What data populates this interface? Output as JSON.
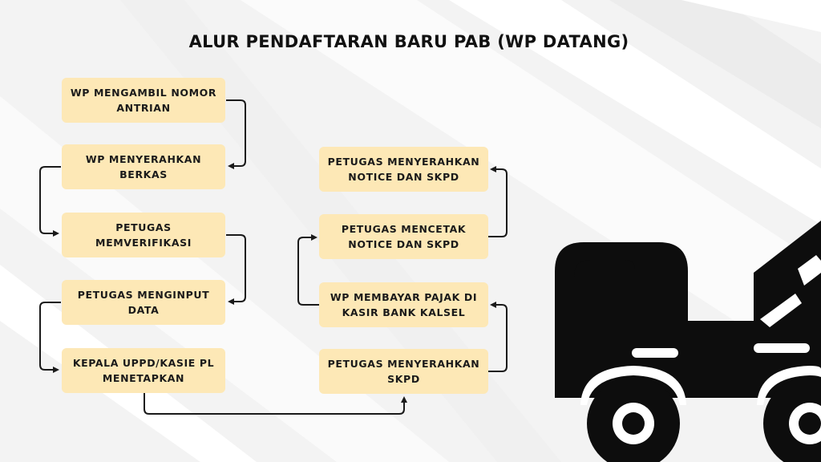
{
  "title": "ALUR PENDAFTARAN BARU PAB (WP DATANG)",
  "steps": [
    "WP MENGAMBIL NOMOR ANTRIAN",
    "WP MENYERAHKAN BERKAS",
    "PETUGAS MEMVERIFIKASI",
    "PETUGAS MENGINPUT DATA",
    "KEPALA UPPD/KASIE PL MENETAPKAN",
    "PETUGAS MENYERAHKAN SKPD",
    "WP MEMBAYAR PAJAK DI KASIR BANK KALSEL",
    "PETUGAS MENCETAK NOTICE DAN SKPD",
    "PETUGAS MENYERAHKAN NOTICE DAN SKPD"
  ],
  "colors": {
    "box_fill": "#fde8b6",
    "arrow": "#1a1a1a",
    "truck": "#0d0d0d"
  },
  "icons": [
    "truck-icon"
  ]
}
